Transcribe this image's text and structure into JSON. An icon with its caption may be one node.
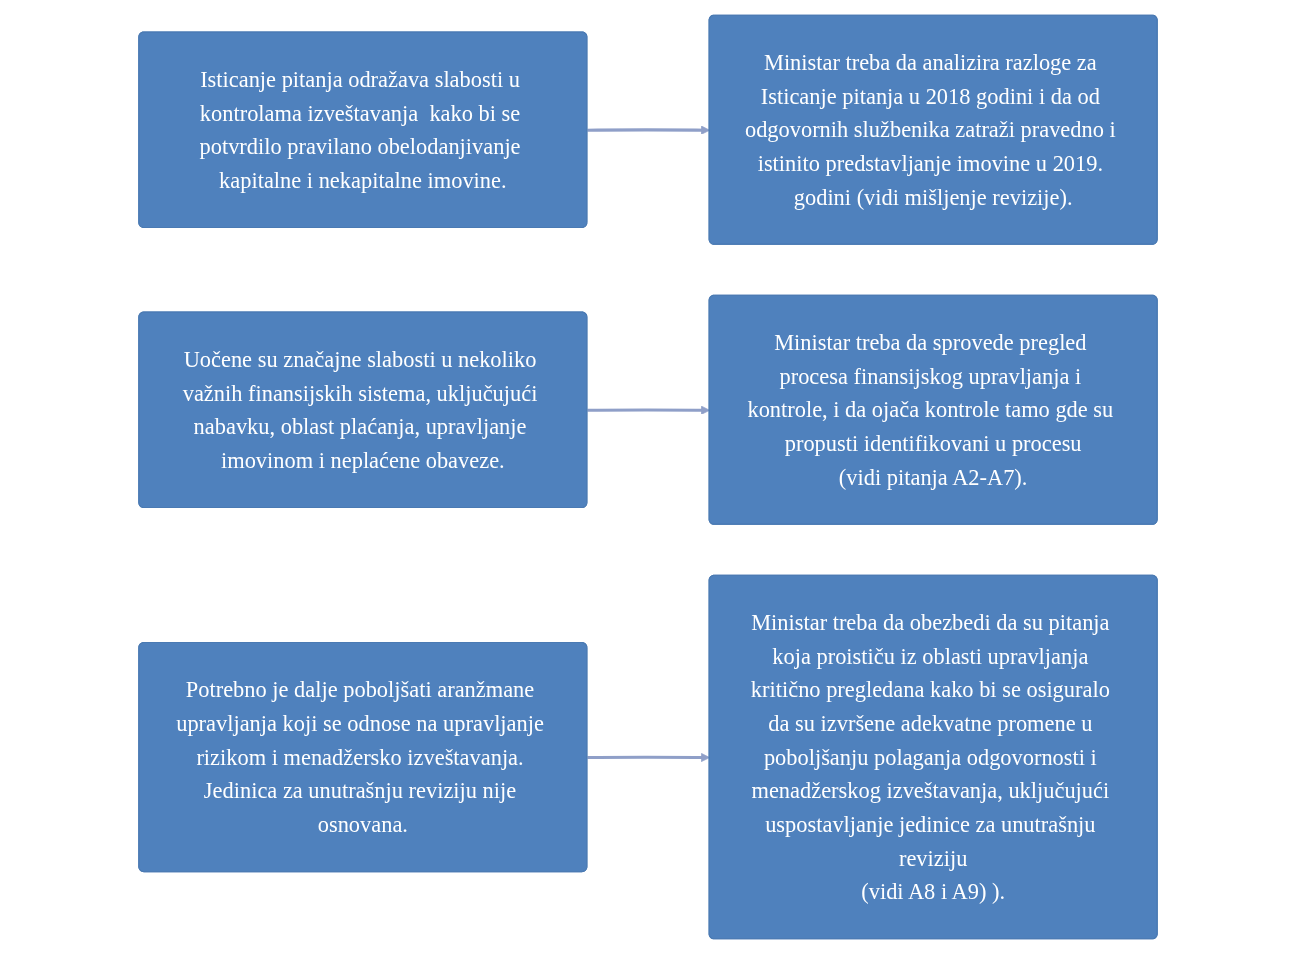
{
  "diagram": {
    "nodes": [
      {
        "text": [
          "Isticanje pitanja odražava slabosti u kontrolama izveštavanja  kako bi se potvrdilo pravilano obelodanjivanje kapitalne i nekapitalne imovine."
        ]
      },
      {
        "text": [
          "Ministar treba da analizira razloge za Isticanje pitanja u 2018 godini i da od odgovornih službenika zatraži pravedno i istinito predstavljanje imovine u 2019. godini (vidi mišljenje revizije)."
        ]
      },
      {
        "text": [
          "Uočene su značajne slabosti u nekoliko važnih finansijskih sistema, uključujući nabavku, oblast plaćanja, upravljanje imovinom i neplaćene obaveze."
        ]
      },
      {
        "text": [
          "Ministar treba da sprovede pregled procesa finansijskog upravljanja i kontrole, i da ojača kontrole tamo gde su propusti identifikovani u procesu",
          "(vidi pitanja A2-A7)."
        ]
      },
      {
        "text": [
          "Potrebno je dalje poboljšati aranžmane upravljanja koji se odnose na upravljanje rizikom i menadžersko izveštavanja. Jedinica za unutrašnju reviziju nije osnovana."
        ]
      },
      {
        "text": [
          "Ministar treba da obezbedi da su pitanja koja proističu iz oblasti upravljanja kritično pregledana kako bi se osiguralo da su izvršene adekvatne promene u poboljšanju polaganja odgovornosti i menadžerskog izveštavanja, uključujući uspostavljanje jedinice za unutrašnju reviziju",
          "(vidi A8 i A9) )."
        ]
      }
    ],
    "edges": [
      {
        "from": 0,
        "to": 1,
        "arrow": "to"
      },
      {
        "from": 2,
        "to": 3,
        "arrow": "to"
      },
      {
        "from": 4,
        "to": 5,
        "arrow": "to"
      }
    ]
  }
}
